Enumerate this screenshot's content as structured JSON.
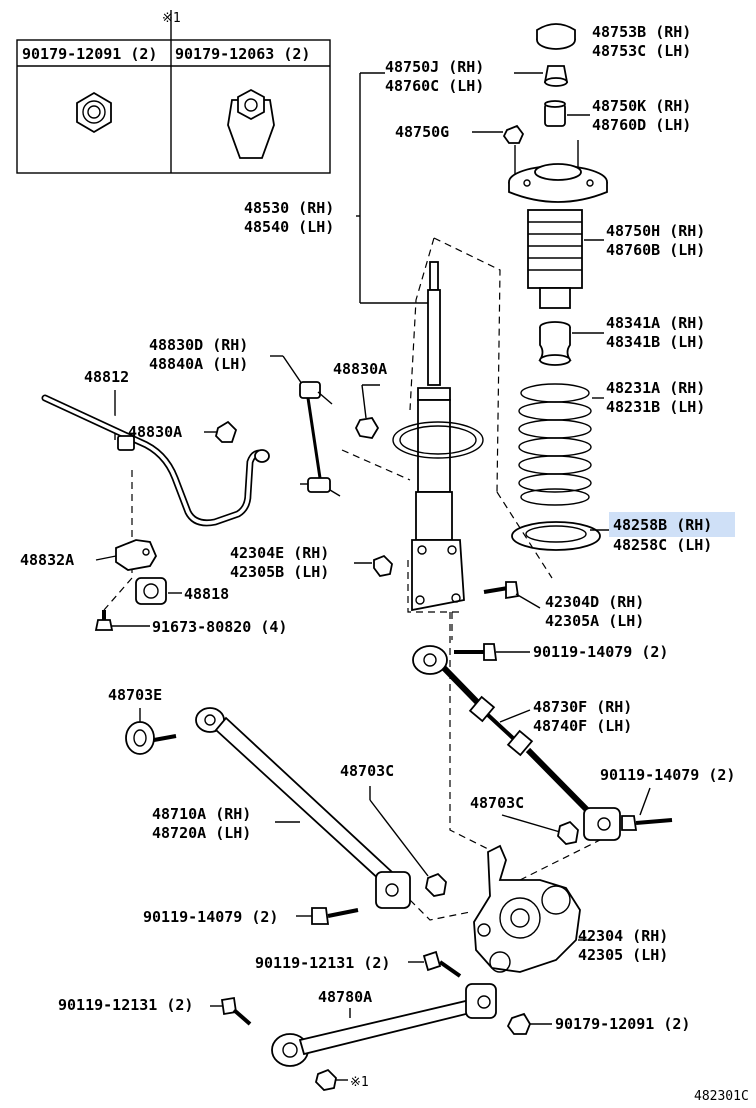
{
  "note_mark": "※1",
  "inset": {
    "col1": "90179-12091 (2)",
    "col2": "90179-12063 (2)"
  },
  "labels": {
    "p48753": [
      "48753B (RH)",
      "48753C (LH)"
    ],
    "p48750j": [
      "48750J (RH)",
      "48760C (LH)"
    ],
    "p48750k": [
      "48750K (RH)",
      "48760D (LH)"
    ],
    "p48750g": "48750G",
    "p48530": [
      "48530 (RH)",
      "48540 (LH)"
    ],
    "p48750h": [
      "48750H (RH)",
      "48760B (LH)"
    ],
    "p48341": [
      "48341A (RH)",
      "48341B (LH)"
    ],
    "p48830d": [
      "48830D (RH)",
      "48840A (LH)"
    ],
    "p48830a_top": "48830A",
    "p48812": "48812",
    "p48830a_left": "48830A",
    "p48231": [
      "48231A (RH)",
      "48231B (LH)"
    ],
    "p48258": [
      "48258B (RH)",
      "48258C (LH)"
    ],
    "p48832a": "48832A",
    "p42304e": [
      "42304E (RH)",
      "42305B (LH)"
    ],
    "p48818": "48818",
    "p42304d": [
      "42304D (RH)",
      "42305A (LH)"
    ],
    "p91673": "91673-80820 (4)",
    "p90119a": "90119-14079 (2)",
    "p48703e": "48703E",
    "p48730f": [
      "48730F (RH)",
      "48740F (LH)"
    ],
    "p48703c_mid": "48703C",
    "p90119b": "90119-14079 (2)",
    "p48710a": [
      "48710A (RH)",
      "48720A (LH)"
    ],
    "p48703c_right": "48703C",
    "p90119c": "90119-14079 (2)",
    "p42304": [
      "42304 (RH)",
      "42305 (LH)"
    ],
    "p90119d": "90119-12131 (2)",
    "p48780a": "48780A",
    "p90119e": "90119-12131 (2)",
    "p90179": "90179-12091 (2)",
    "bottom_note": "※1"
  },
  "figure_id": "482301C"
}
